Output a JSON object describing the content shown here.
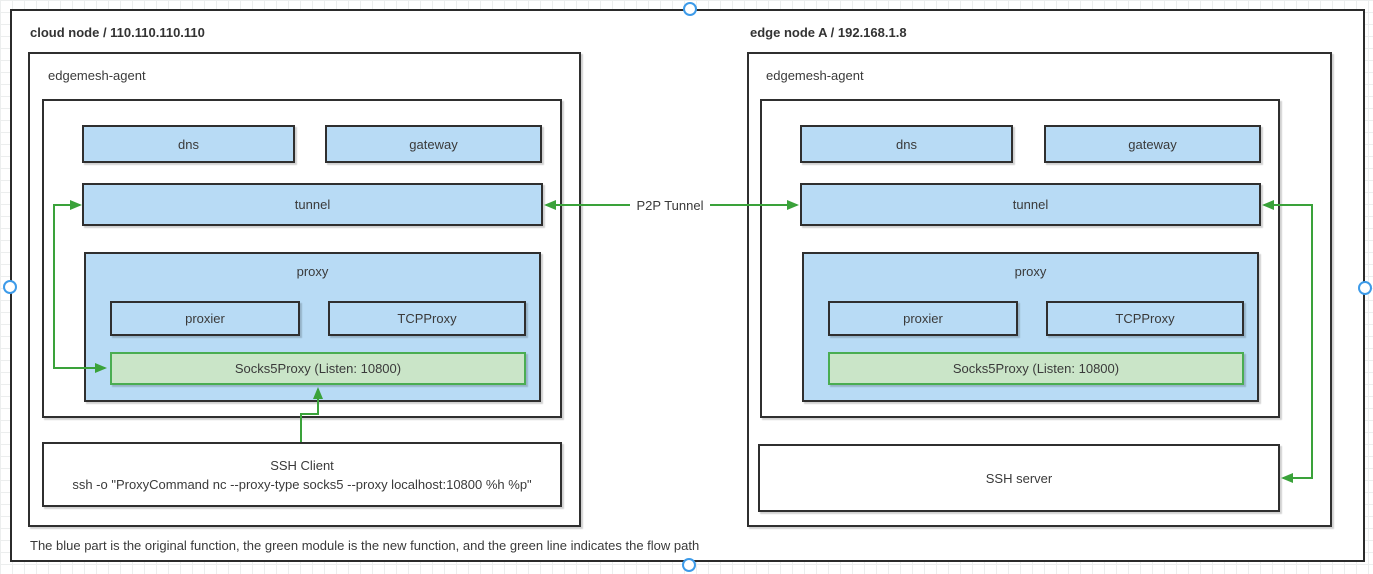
{
  "diagram": {
    "caption": "The blue part is the original function, the green module is the new function, and the green line indicates the flow path",
    "p2p_label": "P2P Tunnel"
  },
  "colors": {
    "module_blue_fill": "#b8dbf5",
    "module_green_fill": "#cae5c8",
    "module_green_border": "#4aad52",
    "flow_line_green": "#3aa23a",
    "box_border_dark": "#2f2f2f",
    "selection_handle_blue": "#3d9be9"
  },
  "nodes": {
    "cloud": {
      "title": "cloud node / 110.110.110.110",
      "agent_label": "edgemesh-agent",
      "modules": {
        "dns": "dns",
        "gateway": "gateway",
        "tunnel": "tunnel",
        "proxy": "proxy",
        "proxier": "proxier",
        "tcpproxy": "TCPProxy",
        "socks5": "Socks5Proxy (Listen: 10800)"
      },
      "ssh_title": "SSH Client",
      "ssh_command": "ssh -o \"ProxyCommand nc --proxy-type socks5 --proxy localhost:10800 %h %p\""
    },
    "edge": {
      "title": "edge node A / 192.168.1.8",
      "agent_label": "edgemesh-agent",
      "modules": {
        "dns": "dns",
        "gateway": "gateway",
        "tunnel": "tunnel",
        "proxy": "proxy",
        "proxier": "proxier",
        "tcpproxy": "TCPProxy",
        "socks5": "Socks5Proxy (Listen: 10800)"
      },
      "ssh_label": "SSH server"
    }
  }
}
